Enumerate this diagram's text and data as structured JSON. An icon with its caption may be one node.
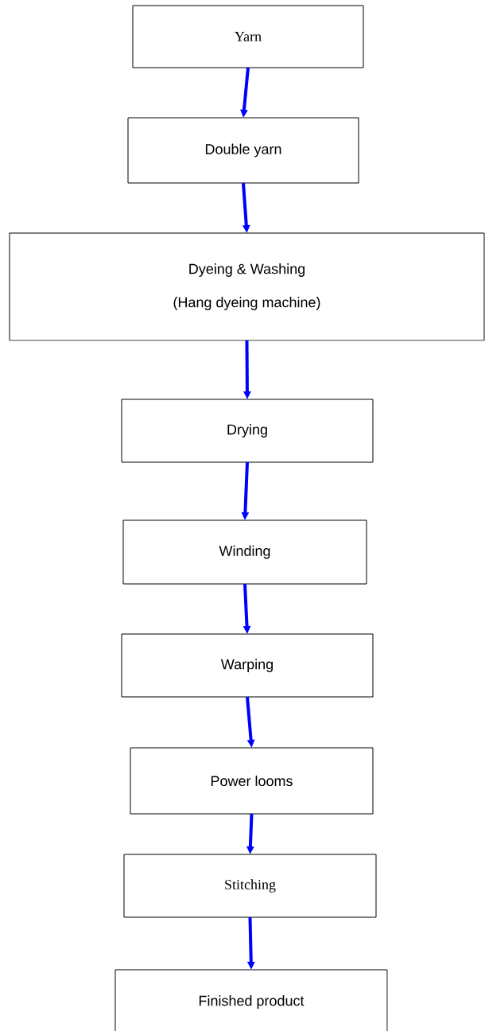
{
  "diagram": {
    "nodes": [
      {
        "text": [
          "Yarn"
        ]
      },
      {
        "text": [
          "Double yarn"
        ]
      },
      {
        "text": [
          "Dyeing & Washing",
          "(Hang dyeing machine)"
        ]
      },
      {
        "text": [
          "Drying"
        ]
      },
      {
        "text": [
          "Winding"
        ]
      },
      {
        "text": [
          "Warping"
        ]
      },
      {
        "text": [
          "Power looms"
        ]
      },
      {
        "text": [
          "Stitching"
        ]
      },
      {
        "text": [
          "Finished product"
        ]
      }
    ],
    "edges": [
      {
        "from": 0,
        "to": 1,
        "arrow": "to"
      },
      {
        "from": 1,
        "to": 2,
        "arrow": "to"
      },
      {
        "from": 2,
        "to": 3,
        "arrow": "to"
      },
      {
        "from": 3,
        "to": 4,
        "arrow": "to"
      },
      {
        "from": 4,
        "to": 5,
        "arrow": "to"
      },
      {
        "from": 5,
        "to": 6,
        "arrow": "to"
      },
      {
        "from": 6,
        "to": 7,
        "arrow": "to"
      },
      {
        "from": 7,
        "to": 8,
        "arrow": "to"
      }
    ]
  }
}
